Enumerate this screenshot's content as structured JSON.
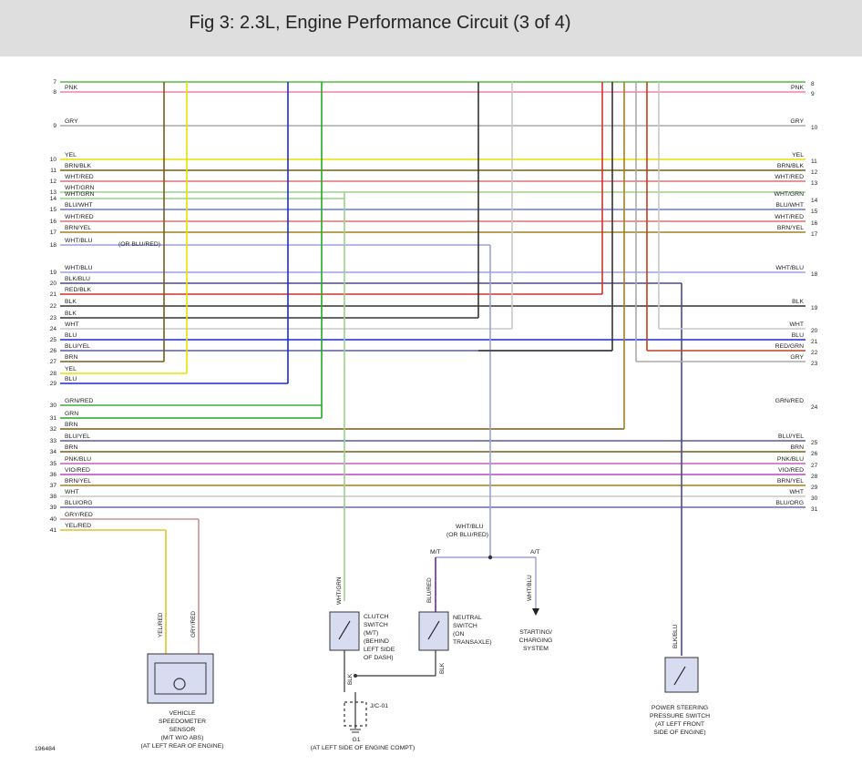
{
  "title": "Fig 3: 2.3L, Engine Performance Circuit (3 of 4)",
  "figure_number": "196484",
  "left_wires": [
    {
      "num": "7",
      "label": "",
      "color": "#55bb44"
    },
    {
      "num": "8",
      "label": "PNK",
      "color": "#f080a8"
    },
    {
      "num": "9",
      "label": "GRY",
      "color": "#aaaaaa"
    },
    {
      "num": "10",
      "label": "YEL",
      "color": "#e8e000"
    },
    {
      "num": "11",
      "label": "BRN/BLK",
      "color": "#7a5a1a"
    },
    {
      "num": "12",
      "label": "WHT/RED",
      "color": "#e07070"
    },
    {
      "num": "13",
      "label": "WHT/GRN",
      "color": "#9ad08a"
    },
    {
      "num": "14",
      "label": "WHT/GRN",
      "color": "#9ad08a"
    },
    {
      "num": "15",
      "label": "BLU/WHT",
      "color": "#6a78d8"
    },
    {
      "num": "16",
      "label": "WHT/RED",
      "color": "#e07070"
    },
    {
      "num": "17",
      "label": "BRN/YEL",
      "color": "#a08020"
    },
    {
      "num": "18",
      "label": "WHT/BLU",
      "color": "#9aa0e0"
    },
    {
      "num": "19",
      "label": "WHT/BLU",
      "color": "#9aa0e0"
    },
    {
      "num": "20",
      "label": "BLK/BLU",
      "color": "#4a4a88"
    },
    {
      "num": "21",
      "label": "RED/BLK",
      "color": "#d03030"
    },
    {
      "num": "22",
      "label": "BLK",
      "color": "#333333"
    },
    {
      "num": "23",
      "label": "BLK",
      "color": "#333333"
    },
    {
      "num": "24",
      "label": "WHT",
      "color": "#c8c8c8"
    },
    {
      "num": "25",
      "label": "BLU",
      "color": "#1a2ad8"
    },
    {
      "num": "26",
      "label": "BLU/YEL",
      "color": "#5a5aa0"
    },
    {
      "num": "27",
      "label": "BRN",
      "color": "#7a5a1a"
    },
    {
      "num": "28",
      "label": "YEL",
      "color": "#e8e000"
    },
    {
      "num": "29",
      "label": "BLU",
      "color": "#1a2ad8"
    },
    {
      "num": "30",
      "label": "GRN/RED",
      "color": "#44aa44"
    },
    {
      "num": "31",
      "label": "GRN",
      "color": "#22aa22"
    },
    {
      "num": "32",
      "label": "BRN",
      "color": "#7a5a1a"
    },
    {
      "num": "33",
      "label": "BLU/YEL",
      "color": "#5a5aa0"
    },
    {
      "num": "34",
      "label": "BRN",
      "color": "#7a5a1a"
    },
    {
      "num": "35",
      "label": "PNK/BLU",
      "color": "#c060c0"
    },
    {
      "num": "36",
      "label": "VIO/RED",
      "color": "#c040c0"
    },
    {
      "num": "37",
      "label": "BRN/YEL",
      "color": "#a08020"
    },
    {
      "num": "38",
      "label": "WHT",
      "color": "#c8c8c8"
    },
    {
      "num": "39",
      "label": "BLU/ORG",
      "color": "#6a6ab0"
    },
    {
      "num": "40",
      "label": "GRY/RED",
      "color": "#d09090"
    },
    {
      "num": "41",
      "label": "YEL/RED",
      "color": "#e8c020"
    }
  ],
  "left_note": "(OR BLU/RED)",
  "right_wires": [
    {
      "num": "8",
      "label": "",
      "color": "#55bb44"
    },
    {
      "num": "9",
      "label": "PNK",
      "color": "#f080a8"
    },
    {
      "num": "10",
      "label": "GRY",
      "color": "#aaaaaa"
    },
    {
      "num": "11",
      "label": "YEL",
      "color": "#e8e000"
    },
    {
      "num": "12",
      "label": "BRN/BLK",
      "color": "#7a5a1a"
    },
    {
      "num": "13",
      "label": "WHT/RED",
      "color": "#e07070"
    },
    {
      "num": "14",
      "label": "WHT/GRN",
      "color": "#9ad08a"
    },
    {
      "num": "15",
      "label": "BLU/WHT",
      "color": "#6a78d8"
    },
    {
      "num": "16",
      "label": "WHT/RED",
      "color": "#e07070"
    },
    {
      "num": "17",
      "label": "BRN/YEL",
      "color": "#a08020"
    },
    {
      "num": "18",
      "label": "WHT/BLU",
      "color": "#9aa0e0"
    },
    {
      "num": "19",
      "label": "BLK",
      "color": "#333333"
    },
    {
      "num": "20",
      "label": "WHT",
      "color": "#c8c8c8"
    },
    {
      "num": "21",
      "label": "BLU",
      "color": "#1a2ad8"
    },
    {
      "num": "22",
      "label": "RED/GRN",
      "color": "#c04020"
    },
    {
      "num": "23",
      "label": "GRY",
      "color": "#aaaaaa"
    },
    {
      "num": "24",
      "label": "GRN/RED",
      "color": "#44aa44"
    },
    {
      "num": "25",
      "label": "BLU/YEL",
      "color": "#5a5aa0"
    },
    {
      "num": "26",
      "label": "BRN",
      "color": "#7a5a1a"
    },
    {
      "num": "27",
      "label": "PNK/BLU",
      "color": "#c060c0"
    },
    {
      "num": "28",
      "label": "VIO/RED",
      "color": "#c040c0"
    },
    {
      "num": "29",
      "label": "BRN/YEL",
      "color": "#a08020"
    },
    {
      "num": "30",
      "label": "WHT",
      "color": "#c8c8c8"
    },
    {
      "num": "31",
      "label": "BLU/ORG",
      "color": "#6a6ab0"
    }
  ],
  "components": {
    "vss": [
      "VEHICLE",
      "SPEEDOMETER",
      "SENSOR",
      "(M/T W/O ABS)",
      "(AT LEFT REAR OF ENGINE)"
    ],
    "vss_wire_a": "YEL/RED",
    "vss_wire_b": "GRY/RED",
    "clutch": [
      "CLUTCH",
      "SWITCH",
      "(M/T)",
      "(BEHIND",
      "LEFT SIDE",
      "OF DASH)"
    ],
    "clutch_wire": "WHT/GRN",
    "clutch_gnd_wire": "BLK",
    "neutral": [
      "NEUTRAL",
      "SWITCH",
      "(ON",
      "TRANSAXLE)"
    ],
    "neutral_wire": "BLU/RED",
    "neutral_gnd_wire": "BLK",
    "splice_label": [
      "WHT/BLU",
      "(OR BLU/RED)"
    ],
    "mt": "M/T",
    "at": "A/T",
    "at_wire": "WHT/BLU",
    "starting": [
      "STARTING/",
      "CHARGING",
      "SYSTEM"
    ],
    "ps_wire": "BLK/BLU",
    "ps": [
      "POWER STEERING",
      "PRESSURE SWITCH",
      "(AT LEFT FRONT",
      "SIDE OF ENGINE)"
    ],
    "jc": "J/C-01",
    "g1": [
      "G1",
      "(AT LEFT SIDE OF ENGINE COMPT)"
    ],
    "gnd_wire": "BLK"
  }
}
